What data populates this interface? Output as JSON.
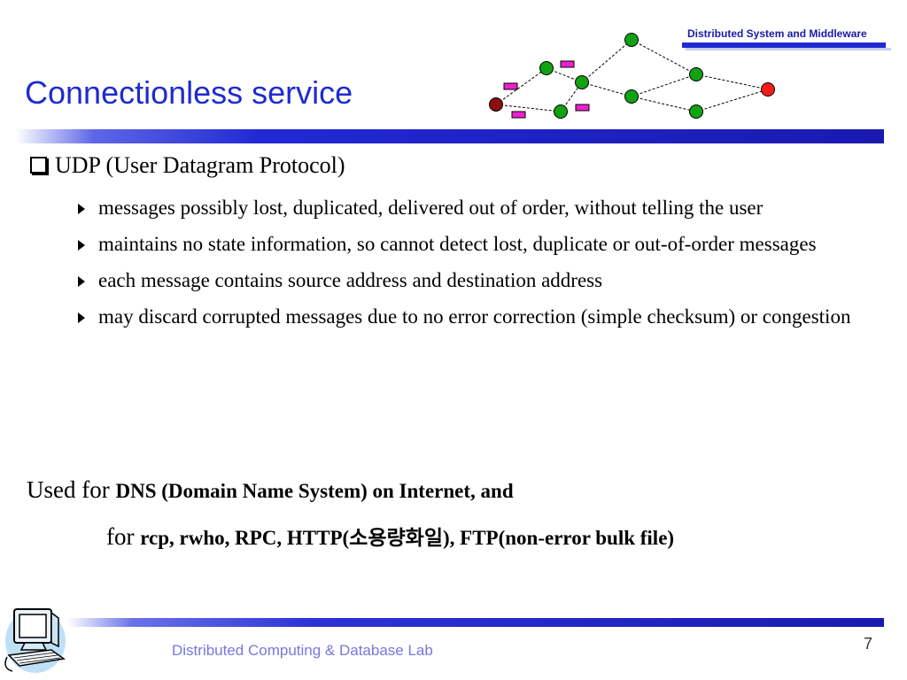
{
  "header": {
    "course_label": "Distributed System and Middleware"
  },
  "slide": {
    "title": "Connectionless service",
    "main_bullet": "UDP (User Datagram Protocol)",
    "sub_bullets": [
      "messages possibly lost, duplicated, delivered out of order, without telling the user",
      "maintains no state information, so cannot detect lost, duplicate or out-of-order messages",
      "each message contains source address and destination address",
      "may discard corrupted messages due to no error correction (simple checksum) or congestion"
    ],
    "used_line1": {
      "lead": "Used  for ",
      "bold": "DNS (Domain Name System) on Internet, and"
    },
    "used_line2": {
      "lead": "for ",
      "bold": "rcp, rwho, RPC, HTTP(소용량화일), FTP(non-error bulk file)"
    }
  },
  "footer": {
    "lab_name": "Distributed Computing & Database Lab",
    "page_number": "7"
  },
  "colors": {
    "title_blue": "#1f2bd0",
    "node_green": "#11a211",
    "node_red": "#ff1a1a",
    "node_dark_red": "#8b1010",
    "packet_magenta": "#ee22cc",
    "footer_text": "#7777dd"
  },
  "icons": {
    "network_diagram": "packet-network-icon",
    "computer": "computer-clipart-icon"
  }
}
